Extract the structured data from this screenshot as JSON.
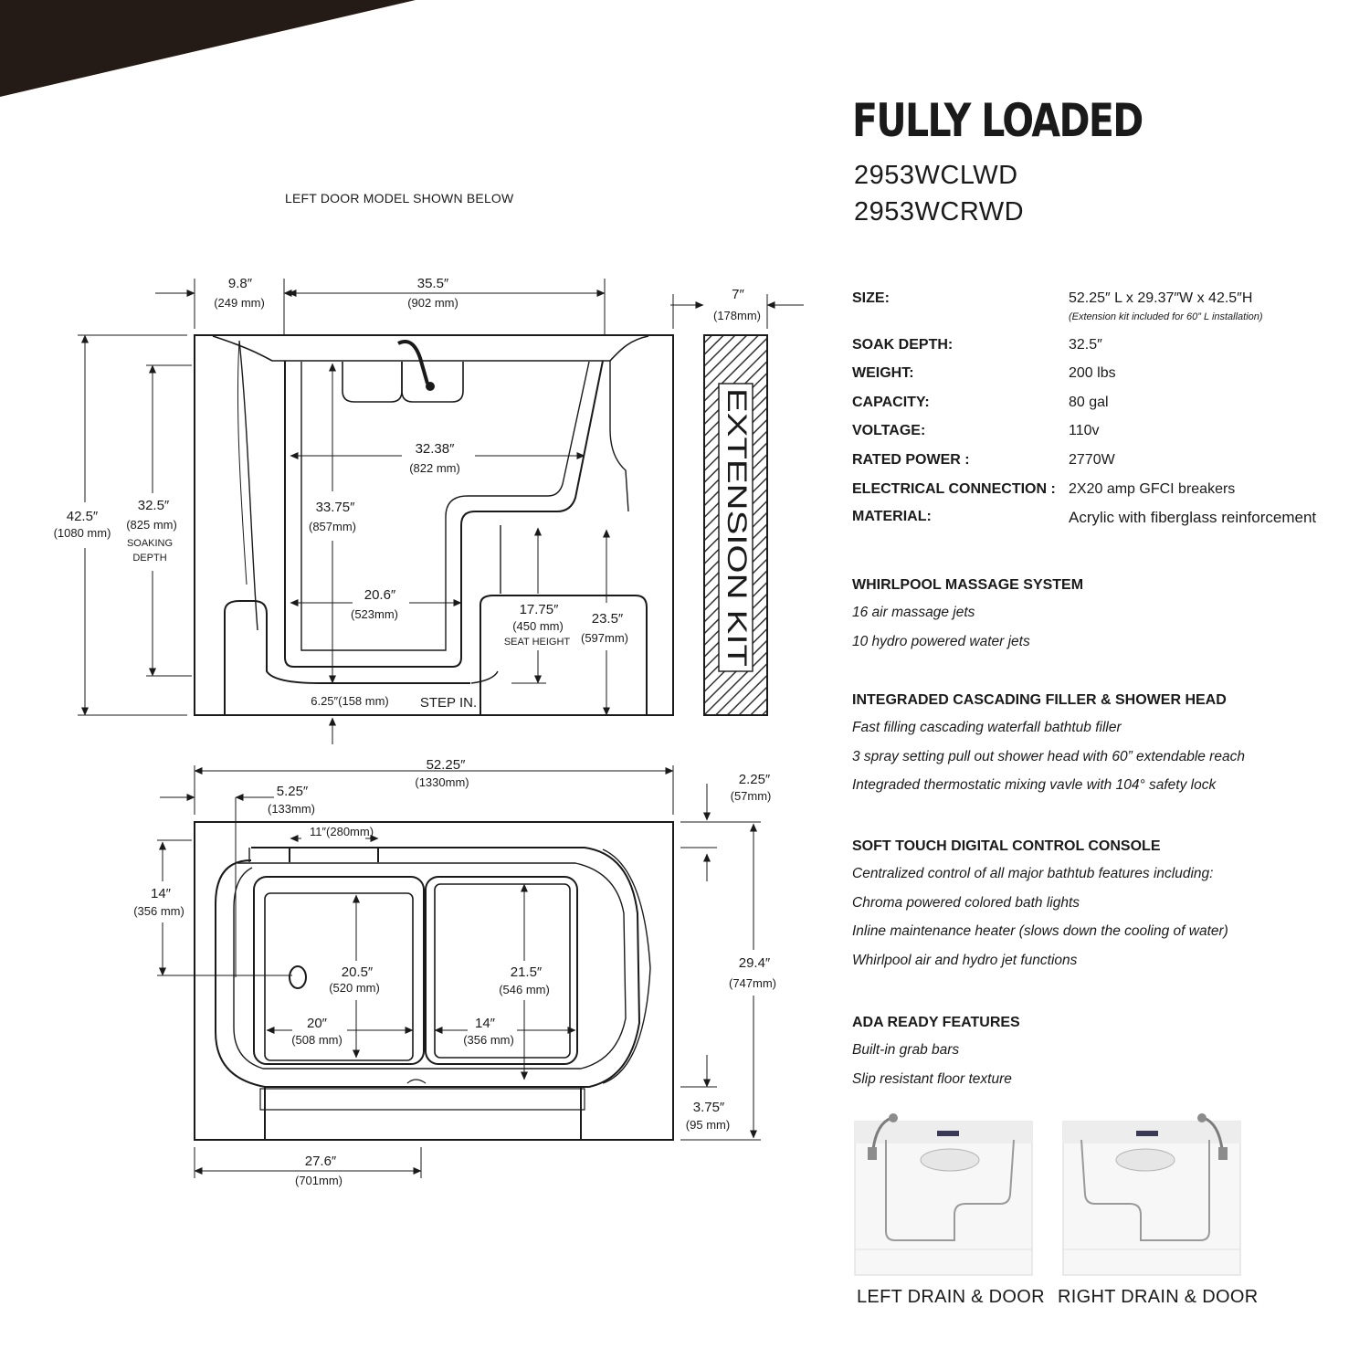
{
  "header": {
    "title": "FULLY LOADED",
    "models": [
      "2953WCLWD",
      "2953WCRWD"
    ]
  },
  "drawing": {
    "note": "LEFT DOOR MODEL SHOWN BELOW",
    "side_view": {
      "dims": {
        "top_left_width": "9.8″",
        "top_left_width_mm": "(249 mm)",
        "top_door_width": "35.5″",
        "top_door_width_mm": "(902 mm)",
        "ext_width": "7″",
        "ext_width_mm": "(178mm)",
        "height": "42.5″",
        "height_mm": "(1080 mm)",
        "soak": "32.5″",
        "soak_mm": "(825 mm)",
        "soak_label_1": "SOAKING",
        "soak_label_2": "DEPTH",
        "inner_width": "32.38″",
        "inner_width_mm": "(822 mm)",
        "inner_height": "33.75″",
        "inner_height_mm": "(857mm)",
        "door_bottom": "20.6″",
        "door_bottom_mm": "(523mm)",
        "seat": "17.75″",
        "seat_mm": "(450 mm)",
        "seat_label": "SEAT HEIGHT",
        "right_height": "23.5″",
        "right_height_mm": "(597mm)",
        "step": "6.25″(158 mm)",
        "step_label": "STEP IN."
      },
      "extension_label": "EXTENSION KIT"
    },
    "top_view": {
      "dims": {
        "length": "52.25″",
        "length_mm": "(1330mm)",
        "left_off": "5.25″",
        "left_off_mm": "(133mm)",
        "right_off": "2.25″",
        "right_off_mm": "(57mm)",
        "rail": "11″(280mm)",
        "left_depth": "14″",
        "left_depth_mm": "(356 mm)",
        "width": "29.4″",
        "width_mm": "(747mm)",
        "inner_h1": "20.5″",
        "inner_h1_mm": "(520 mm)",
        "inner_h2": "21.5″",
        "inner_h2_mm": "(546 mm)",
        "inner_w1": "20″",
        "inner_w1_mm": "(508 mm)",
        "inner_w2": "14″",
        "inner_w2_mm": "(356 mm)",
        "bottom_off": "3.75″",
        "bottom_off_mm": "(95 mm)",
        "front": "27.6″",
        "front_mm": "(701mm)"
      }
    }
  },
  "specs": [
    {
      "label": "SIZE:",
      "value": "52.25″ L x 29.37″W x 42.5″H",
      "note": "(Extension kit included for 60” L installation)"
    },
    {
      "label": "SOAK DEPTH:",
      "value": "32.5″"
    },
    {
      "label": "WEIGHT:",
      "value": "200 lbs"
    },
    {
      "label": "CAPACITY:",
      "value": "80 gal"
    },
    {
      "label": "VOLTAGE:",
      "value": "110v"
    },
    {
      "label": "RATED POWER :",
      "value": "2770W"
    },
    {
      "label": "ELECTRICAL CONNECTION :",
      "value": "2X20 amp GFCI breakers"
    },
    {
      "label": "MATERIAL:",
      "value": "Acrylic with fiberglass reinforcement"
    }
  ],
  "sections": [
    {
      "title": "WHIRLPOOL MASSAGE SYSTEM",
      "items": [
        "16 air massage jets",
        "10 hydro powered water jets"
      ]
    },
    {
      "title": "INTEGRADED CASCADING FILLER & SHOWER HEAD",
      "items": [
        "Fast filling cascading waterfall bathtub filler",
        "3 spray setting pull out shower head with 60” extendable reach",
        "Integraded thermostatic mixing vavle with 104° safety lock"
      ]
    },
    {
      "title": "SOFT TOUCH DIGITAL CONTROL CONSOLE",
      "items": [
        "Centralized control of all major bathtub features including:",
        "Chroma powered colored bath lights",
        "Inline maintenance heater (slows down the cooling of water)",
        "Whirlpool air and hydro jet functions"
      ]
    },
    {
      "title": "ADA READY FEATURES",
      "items": [
        "Built-in grab bars",
        "Slip resistant floor texture"
      ]
    }
  ],
  "photos": [
    {
      "caption": "LEFT DRAIN & DOOR"
    },
    {
      "caption": "RIGHT DRAIN & DOOR"
    }
  ]
}
